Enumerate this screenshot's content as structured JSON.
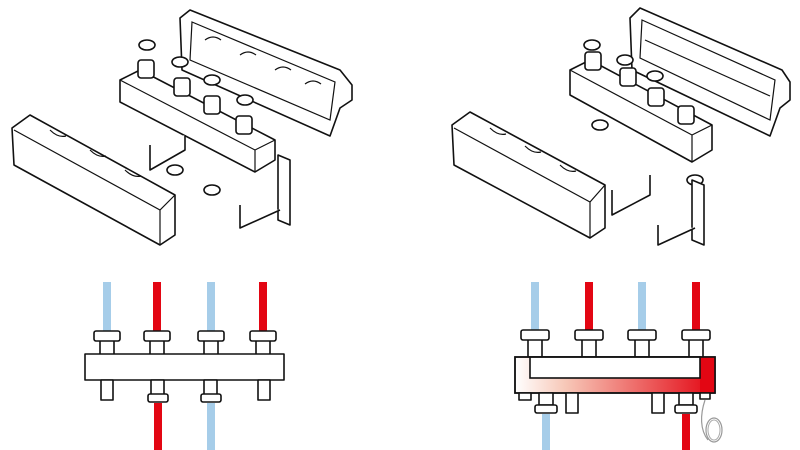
{
  "colors": {
    "hot_pipe": "#e30613",
    "cold_pipe": "#a6cde9",
    "outline": "#111111",
    "background": "#ffffff"
  },
  "diagrams": [
    {
      "name": "standard-manifold",
      "pipes_top": [
        "cold",
        "hot",
        "cold",
        "hot"
      ],
      "pipes_bottom": [
        "hot",
        "cold"
      ]
    },
    {
      "name": "hydraulic-separator-manifold",
      "pipes_top": [
        "cold",
        "hot",
        "cold",
        "hot"
      ],
      "pipes_bottom": [
        "cold",
        "hot"
      ],
      "has_sensor": true
    }
  ]
}
